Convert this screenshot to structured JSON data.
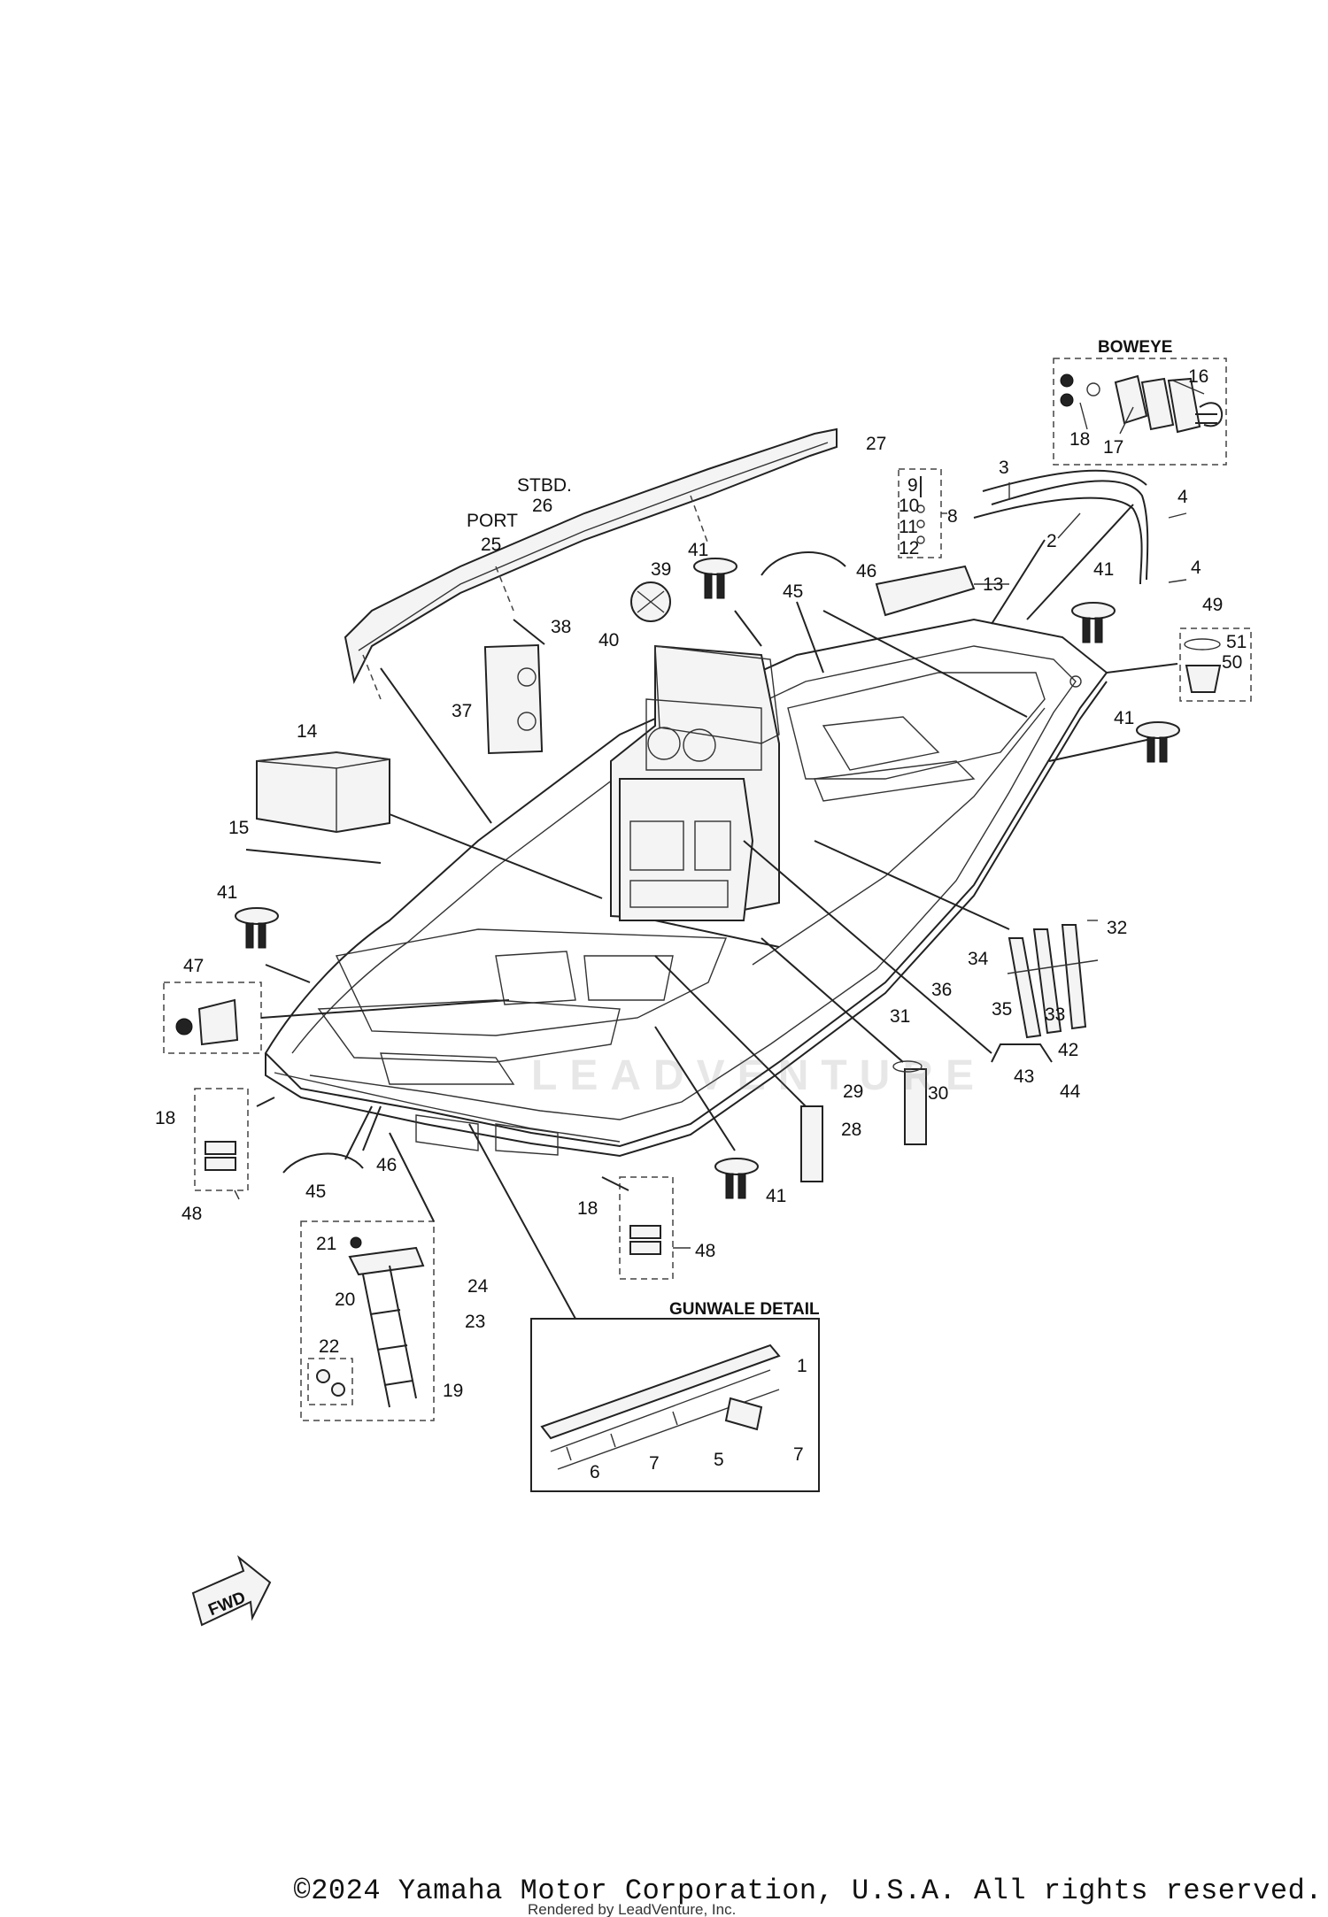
{
  "headers": {
    "boweye": "BOWEYE",
    "gunwale_detail": "GUNWALE DETAIL",
    "stbd": "STBD.",
    "port": "PORT"
  },
  "fwd_label": "FWD",
  "watermark": "LEADVENTURE",
  "callouts": {
    "c1": "1",
    "c2": "2",
    "c3": "3",
    "c4a": "4",
    "c4b": "4",
    "c5": "5",
    "c6": "6",
    "c7a": "7",
    "c7b": "7",
    "c8": "8",
    "c9": "9",
    "c10": "10",
    "c11": "11",
    "c12": "12",
    "c13": "13",
    "c14": "14",
    "c15": "15",
    "c16": "16",
    "c17": "17",
    "c18a": "18",
    "c18b": "18",
    "c18c": "18",
    "c19": "19",
    "c20": "20",
    "c21": "21",
    "c22": "22",
    "c23": "23",
    "c24": "24",
    "c25": "25",
    "c26": "26",
    "c27": "27",
    "c28": "28",
    "c29": "29",
    "c30": "30",
    "c31": "31",
    "c32": "32",
    "c33": "33",
    "c34": "34",
    "c35": "35",
    "c36": "36",
    "c37": "37",
    "c38": "38",
    "c39": "39",
    "c40": "40",
    "c41a": "41",
    "c41b": "41",
    "c41c": "41",
    "c41d": "41",
    "c41e": "41",
    "c42": "42",
    "c43": "43",
    "c44": "44",
    "c45a": "45",
    "c45b": "45",
    "c46a": "46",
    "c46b": "46",
    "c47": "47",
    "c48a": "48",
    "c48b": "48",
    "c49": "49",
    "c50": "50",
    "c51": "51"
  },
  "copyright": "©2024 Yamaha Motor Corporation, U.S.A. All rights reserved.",
  "rendered_by": "Rendered by LeadVenture, Inc."
}
